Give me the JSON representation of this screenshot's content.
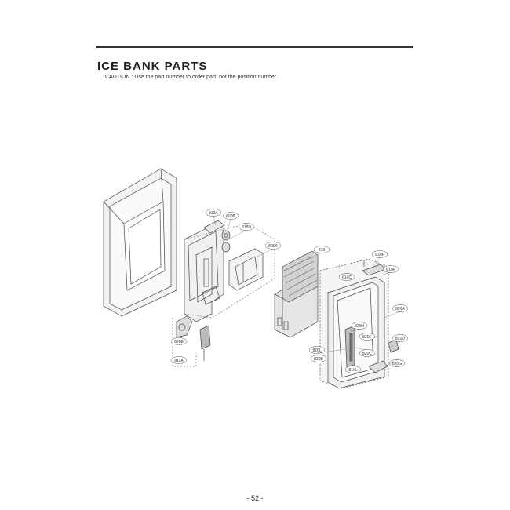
{
  "header": {
    "title": "ICE BANK PARTS",
    "caution": "CAUTION : Use the part number to order part, not the position number."
  },
  "diagram": {
    "callouts": [
      {
        "id": "c1",
        "text": "812A"
      },
      {
        "id": "c2",
        "text": "800B"
      },
      {
        "id": "c3",
        "text": "815D"
      },
      {
        "id": "c4",
        "text": "800A"
      },
      {
        "id": "c5",
        "text": "813"
      },
      {
        "id": "c6",
        "text": "820F"
      },
      {
        "id": "c7",
        "text": "610C"
      },
      {
        "id": "c8",
        "text": "610F"
      },
      {
        "id": "c9",
        "text": "820A"
      },
      {
        "id": "c10",
        "text": "820H"
      },
      {
        "id": "c11",
        "text": "820E"
      },
      {
        "id": "c12",
        "text": "820L"
      },
      {
        "id": "c13",
        "text": "820B"
      },
      {
        "id": "c14",
        "text": "820C"
      },
      {
        "id": "c15",
        "text": "820D"
      },
      {
        "id": "c16",
        "text": "820G"
      },
      {
        "id": "c17",
        "text": "810L"
      },
      {
        "id": "c18",
        "text": "820E"
      },
      {
        "id": "c19",
        "text": "811A"
      }
    ]
  },
  "footer": {
    "page_number": "- 52 -"
  }
}
